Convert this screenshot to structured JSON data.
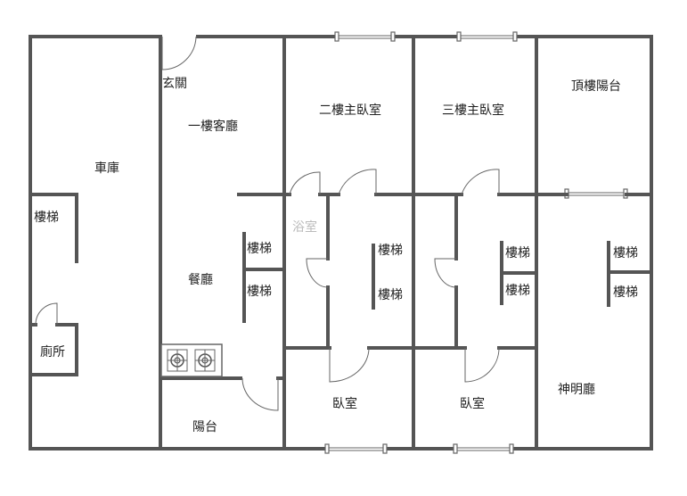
{
  "rooms": {
    "entry": "玄關",
    "living": "一樓客廳",
    "garage": "車庫",
    "master2": "二樓主臥室",
    "master3": "三樓主臥室",
    "rooftop": "頂樓陽台",
    "bath": "浴室",
    "dining": "餐廳",
    "toilet": "廁所",
    "balcony": "陽台",
    "bedroom_a": "臥室",
    "bedroom_b": "臥室",
    "shrine": "神明廳"
  },
  "stairs_label": "樓梯"
}
